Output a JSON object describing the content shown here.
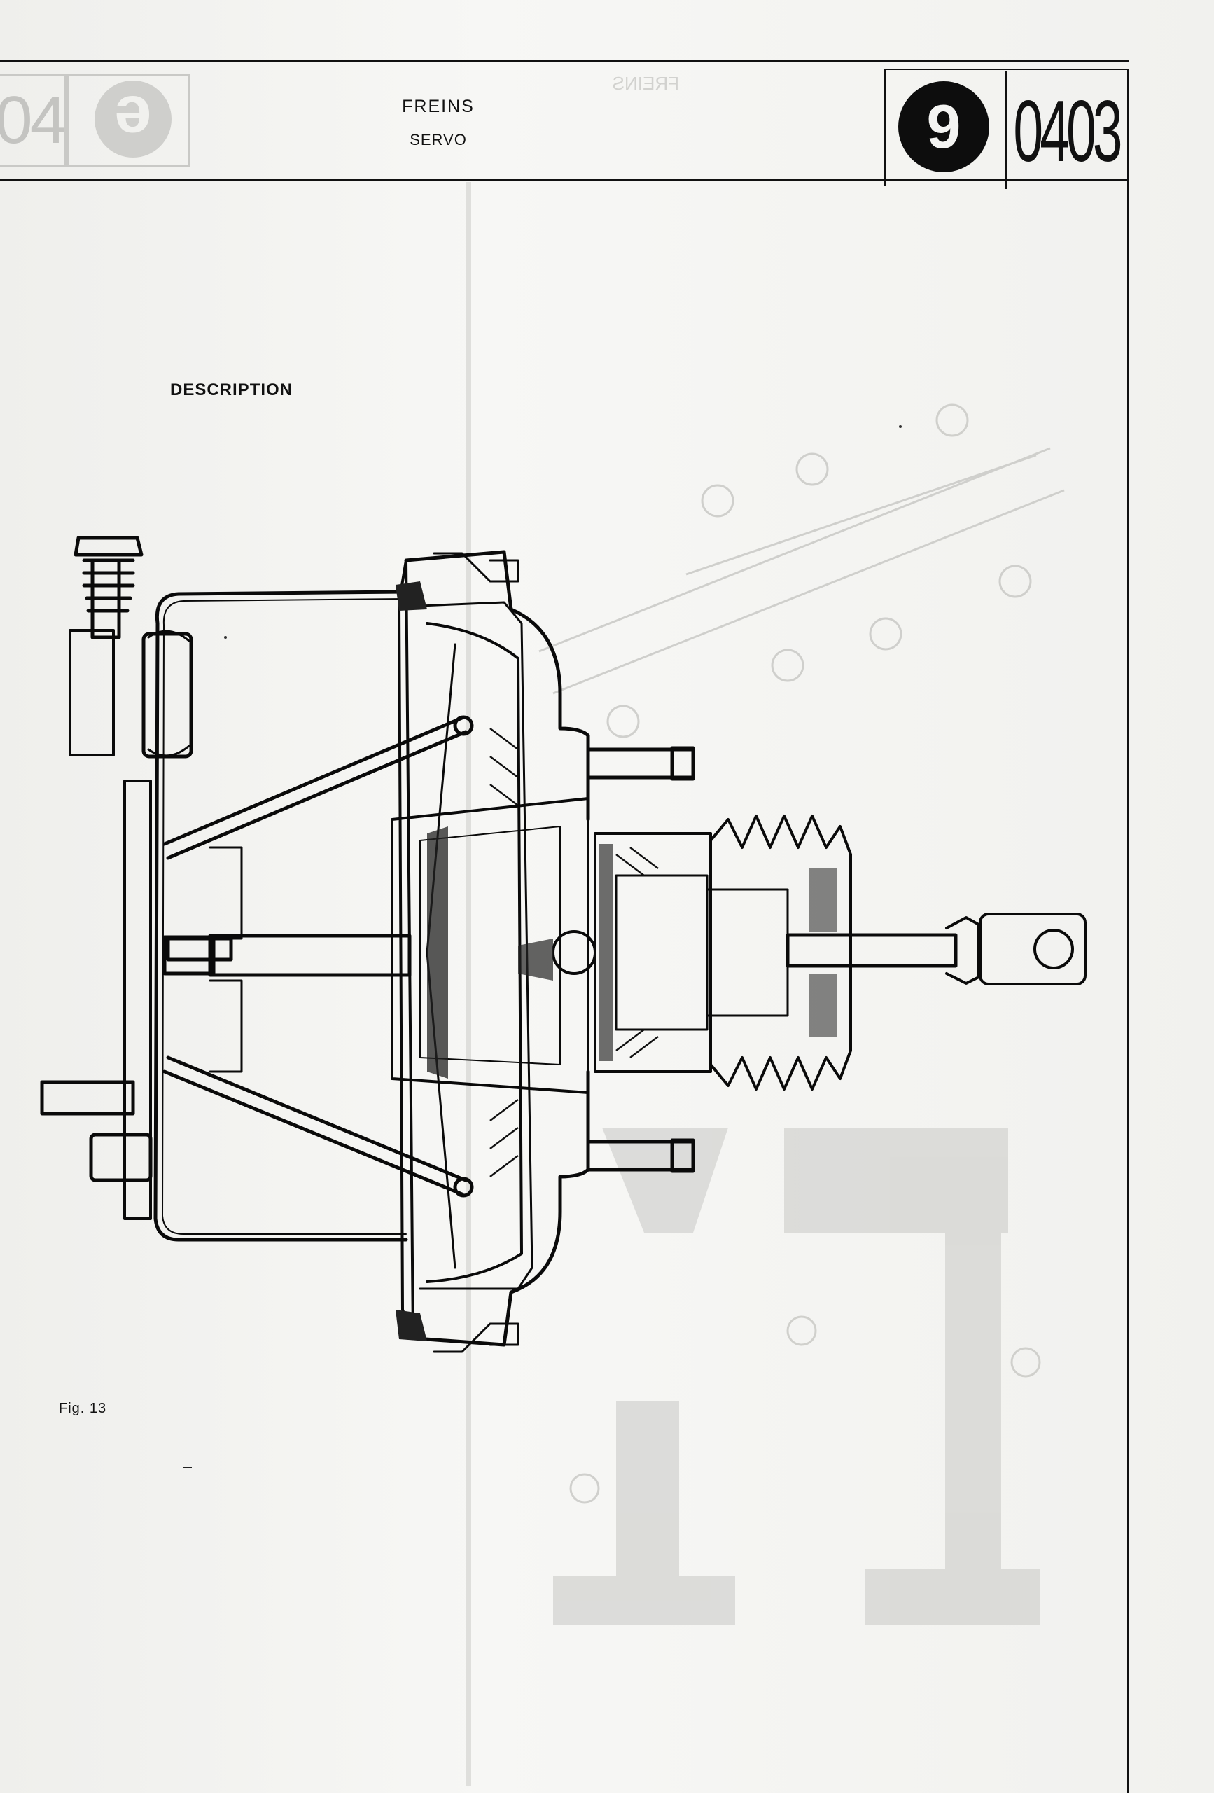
{
  "header": {
    "title": "FREINS",
    "subtitle": "SERVO",
    "section_number": "9",
    "page_number": "0403",
    "logo_fragment": "04",
    "logo_letter": "e"
  },
  "body": {
    "section_heading": "DESCRIPTION",
    "figure_caption": "Fig. 13"
  },
  "figure": {
    "subject": "brake servo cross-section drawing"
  }
}
